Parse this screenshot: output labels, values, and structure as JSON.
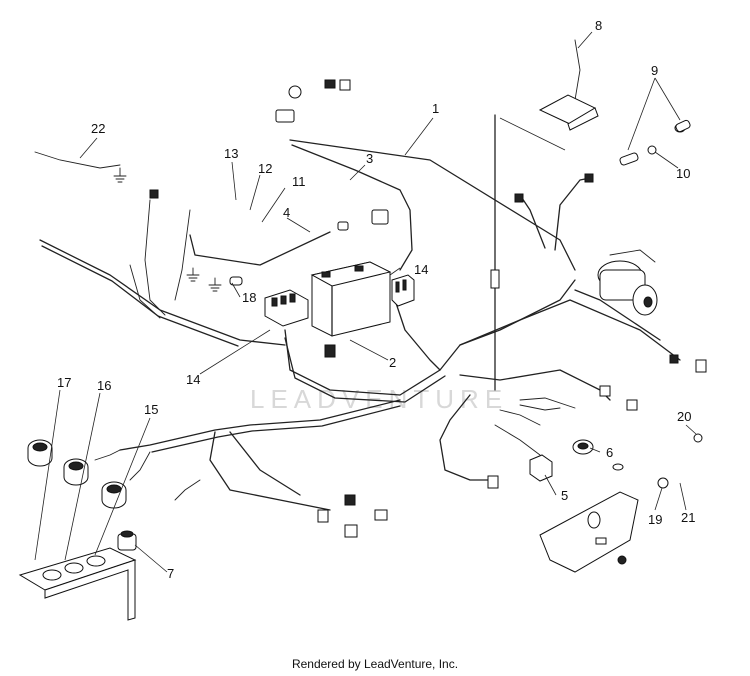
{
  "diagram": {
    "watermark": "LEADVENTURE",
    "callouts": [
      "1",
      "2",
      "3",
      "4",
      "5",
      "6",
      "7",
      "8",
      "9",
      "10",
      "11",
      "12",
      "13",
      "14",
      "14",
      "15",
      "16",
      "17",
      "18",
      "19",
      "20",
      "21",
      "22"
    ]
  },
  "footer": {
    "credit": "Rendered by LeadVenture, Inc."
  }
}
